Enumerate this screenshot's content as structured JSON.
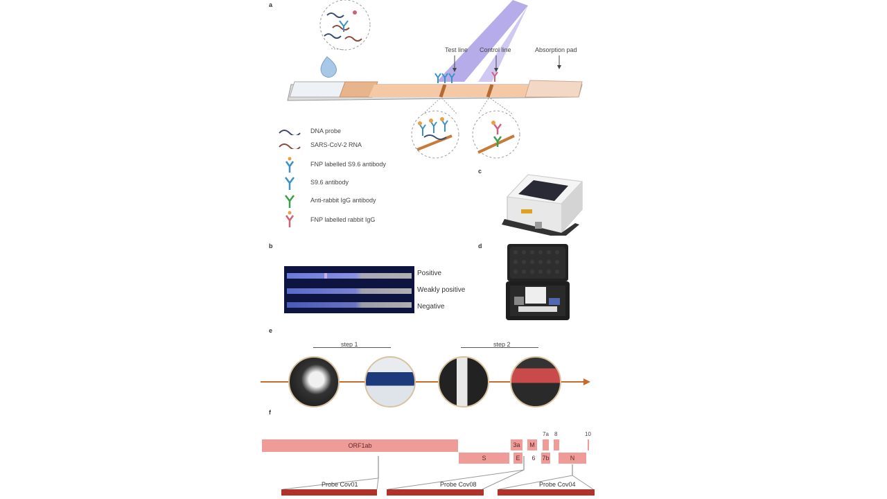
{
  "panels": {
    "a": "a",
    "b": "b",
    "c": "c",
    "d": "d",
    "e": "e",
    "f": "f"
  },
  "strip_labels": {
    "test_line": "Test line",
    "control_line": "Control line",
    "absorption_pad": "Absorption pad"
  },
  "legend": [
    {
      "label": "DNA probe",
      "color": "#3a4a70",
      "icon": "wave-icon"
    },
    {
      "label": "SARS-CoV-2 RNA",
      "color": "#8a4a3a",
      "icon": "wave-icon"
    },
    {
      "label": "FNP labelled S9.6 antibody",
      "color": "#3a90c8",
      "icon": "antibody-labelled-icon"
    },
    {
      "label": "S9.6 antibody",
      "color": "#3a90c8",
      "icon": "antibody-icon"
    },
    {
      "label": "Anti-rabbit IgG antibody",
      "color": "#3aa048",
      "icon": "antibody-icon"
    },
    {
      "label": "FNP labelled rabbit IgG",
      "color": "#d0607a",
      "icon": "antibody-labelled-icon"
    }
  ],
  "result_labels": [
    "Positive",
    "Weakly positive",
    "Negative"
  ],
  "steps": {
    "step1": "step 1",
    "step2": "step 2"
  },
  "genome": {
    "orf1ab": "ORF1ab",
    "S": "S",
    "3a": "3a",
    "E": "E",
    "M": "M",
    "6": "6",
    "7a": "7a",
    "7b": "7b",
    "8": "8",
    "N": "N",
    "10": "10"
  },
  "probes": [
    "Probe Cov01",
    "Probe Cov08",
    "Probe Cov04"
  ],
  "colors": {
    "strip_pad": "#f5c9a5",
    "gene": "#ef9c98",
    "probe": "#b1312b",
    "beam": "#6a5ad0"
  }
}
